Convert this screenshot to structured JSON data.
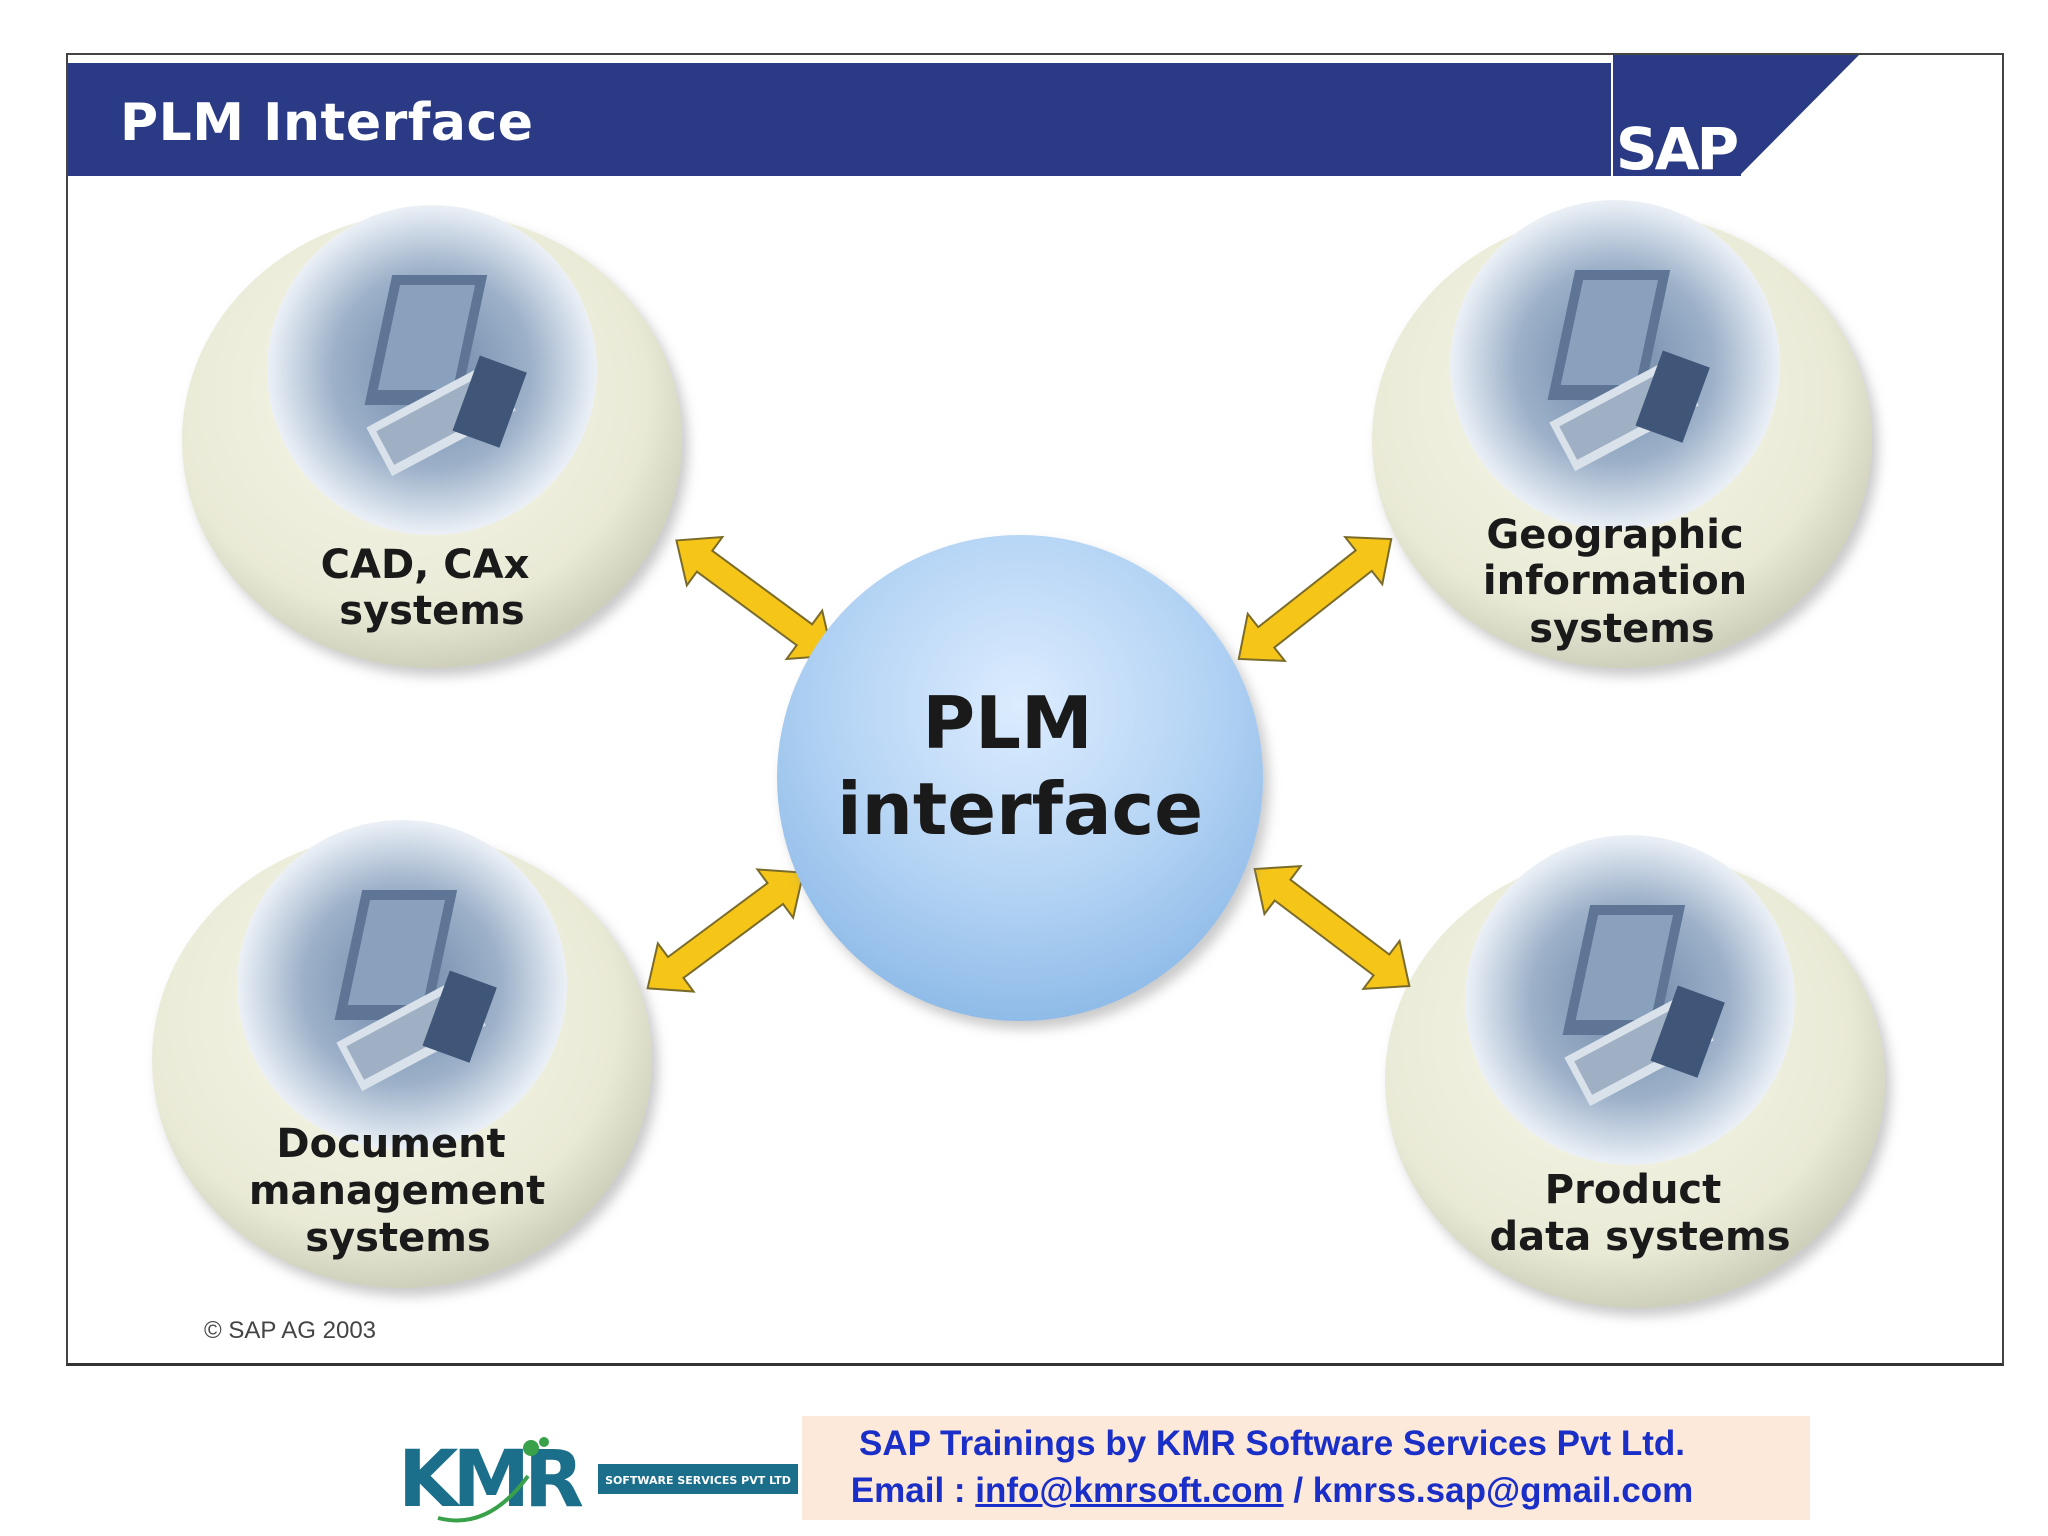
{
  "slide": {
    "title": "PLM Interface",
    "brand": "SAP",
    "copyright": "© SAP AG 2003"
  },
  "diagram": {
    "center": {
      "line1": "PLM",
      "line2": "interface"
    },
    "nodes": [
      {
        "lines": [
          "CAD, CAx",
          "systems"
        ]
      },
      {
        "lines": [
          "Geographic",
          "information",
          "systems"
        ]
      },
      {
        "lines": [
          "Document",
          "management",
          "systems"
        ]
      },
      {
        "lines": [
          "Product",
          "data systems"
        ]
      }
    ]
  },
  "footer": {
    "logo_text": "KMR",
    "logo_tagline": "SOFTWARE SERVICES PVT LTD",
    "line1": "SAP Trainings by KMR Software Services Pvt Ltd.",
    "email_prefix": "Email : ",
    "email_primary": "info@kmrsoft.com",
    "email_separator": " / ",
    "email_secondary": "kmrss.sap@gmail.com"
  },
  "colors": {
    "title_bar": "#2b3a85",
    "arrow_fill": "#f5c518",
    "center_circle": "#a9cdf2",
    "node_ring": "#ecedda",
    "footer_text": "#1a2ec8",
    "footer_bg": "#fde9d9"
  }
}
